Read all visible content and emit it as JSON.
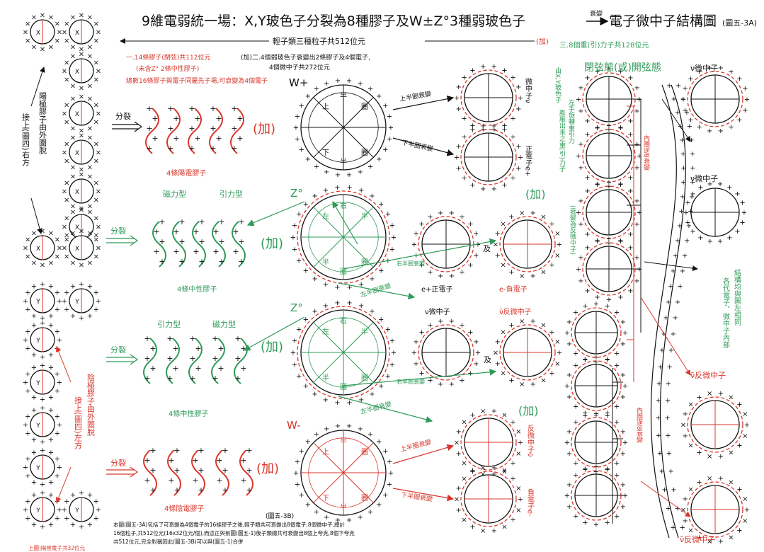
{
  "title": "9維電弱統一場：X,Y玻色子分裂為8種膠子及W±Z°3種弱玻色子",
  "title_arrow_label": "衰變",
  "title_tail": "電子微中子結構圖",
  "title_fig": "(圖五-3A)",
  "header_line1": "輕子類三種粒子共512位元",
  "header_add": "(加)",
  "header_l1": "一.14條膠子(閉弦)共112位元",
  "header_l2": "(未含Z° 2條中性膠子)",
  "header_l3": "總數16條膠子與電子同屬先子場,可衰變為4個電子",
  "header_m1": "(加)二.4個弱玻色子衰變出2條膠子及4個電子,",
  "header_m2": "4個微中子共272位元",
  "header_r1": "三.8個重(引)力子共128位元",
  "left_vertical_top": "接上(圖四)右方",
  "left_vertical_top2": "陽極膠子由外圍脫",
  "left_vertical_bottom": "接上(圖四)左方",
  "left_vertical_bottom2": "陰極膠子由外圍脫",
  "split": "分裂",
  "add": "(加)",
  "pos_gluon_caption": "4條陽電膠子",
  "neutral_caption_1": "4條中性膠子",
  "neutral_caption_2": "4條中性膠子",
  "neg_gluon_caption": "4條陰電膠子",
  "magnetic_type": "磁力型",
  "gravity_type": "引力型",
  "W_plus": "W+",
  "W_minus": "W-",
  "Z0": "Z°",
  "upper_half_decay": "上半圈衰變",
  "lower_half_decay": "下半圈衰變",
  "left_half_decay": "左半圈衰變",
  "right_half_decay": "右半圈衰變",
  "circle_labels_W": [
    "上",
    "半",
    "圈",
    "下",
    "半",
    "圈"
  ],
  "circle_labels_Z": [
    "左",
    "右",
    "半",
    "半",
    "圈",
    "圈"
  ],
  "nu_e_label": "微中子ν",
  "pos_electron_label": "正電子e+",
  "eplus_caption": "e+正電子",
  "eminus_caption": "e-負電子",
  "nu_caption": "ν微中子",
  "antinu_caption": "ν̄反微中子",
  "antinu_vert": "反微中子ν̄",
  "neg_electron_vert": "負電子e-",
  "and_char": "及",
  "right_title_box": "閉弦態(或)開弦態",
  "right_side_v1": "由X,Y玻色子",
  "right_side_v2": "左手旋轉重引力",
  "right_side_v3": "膨脹出來之重(引)力子",
  "right_side_v4": "(衰變為反微中子)",
  "right_nu_1": "ν微中子",
  "right_nu_2": "ν微中子",
  "right_antinu_1": "ν̄反微中子",
  "right_antinu_2": "ν̄反微中子",
  "right_struct_note": "結構均與圖左相同",
  "right_struct_note2": "各代電子、微中子內部",
  "inner_decay_1": "內圈逆8衰變",
  "inner_decay_2": "內圈逆8衰變",
  "fig_label_b": "(圖五-3B)",
  "footer_1": "本圖(圖五-3A)包括了可衰變為4個電子的16條膠子之後,輕子類共可衰變出8個電子,8個微中子,總計",
  "footer_2": "16個粒子,共512位元(16x32位元/個),而這正與前圖(圖五-1)後子類總共可衰變出8個上夸克,8個下夸克",
  "footer_3": "共512位元,完全對稱因此(圖五-3B)可以與(圖五-1)合併",
  "footer_4": "上圖)陽極電子共32位元",
  "colors": {
    "red": "#d9362b",
    "green": "#2e9a57",
    "black": "#111111",
    "darkred": "#b3261e"
  }
}
